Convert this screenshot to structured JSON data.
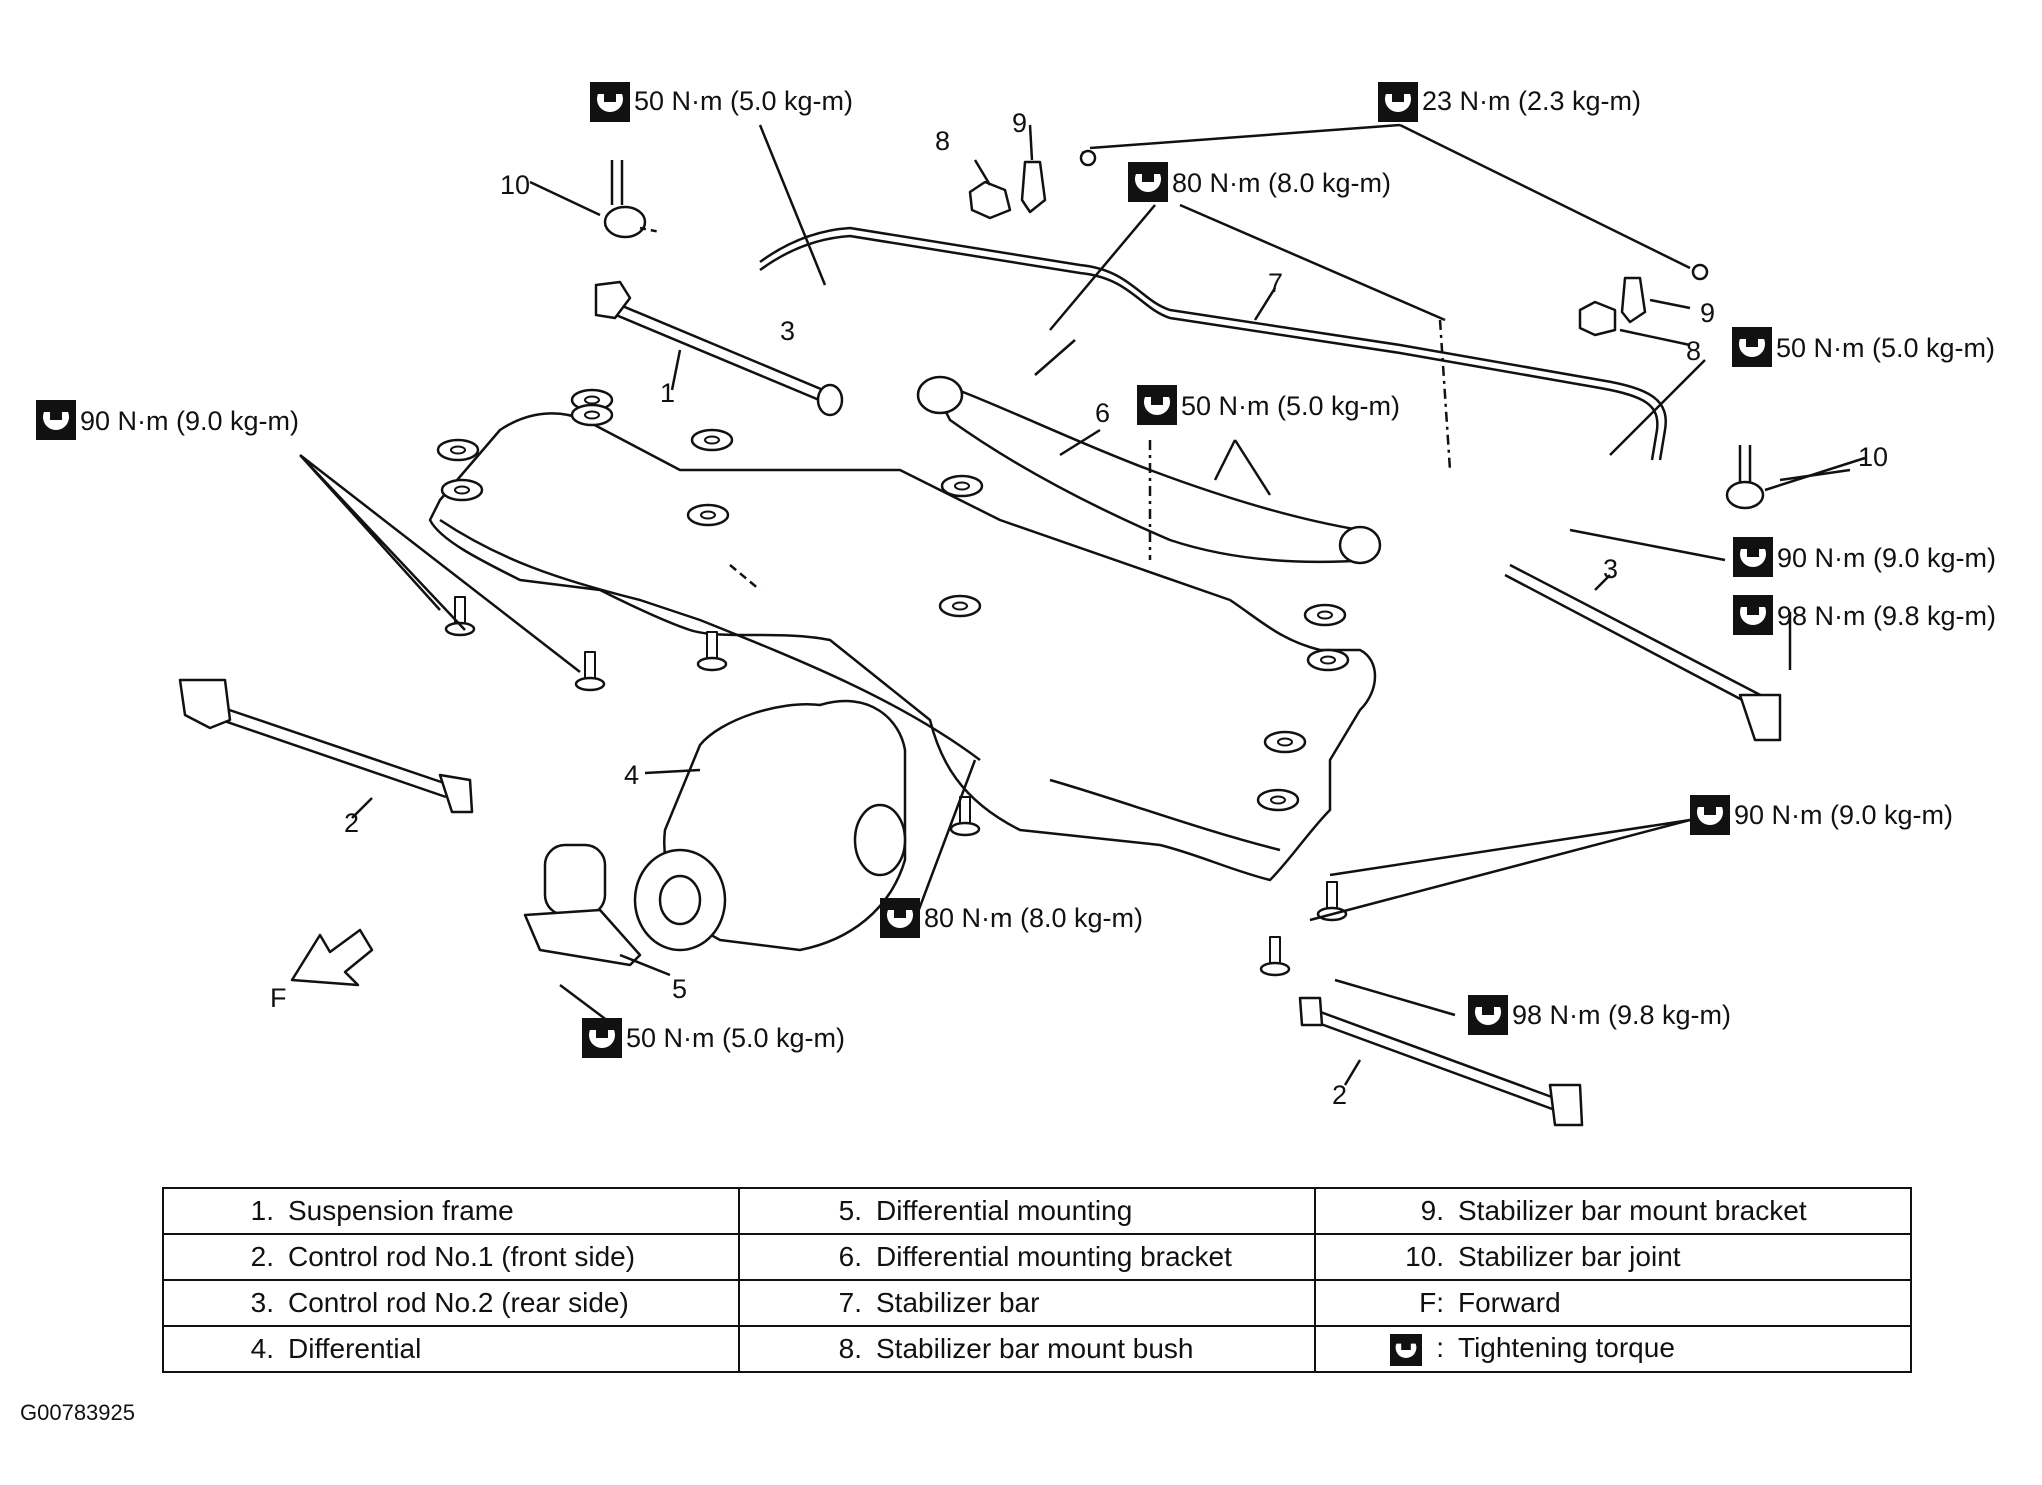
{
  "callouts": {
    "n1": "1",
    "n2a": "2",
    "n2b": "2",
    "n3a": "3",
    "n3b": "3",
    "n4": "4",
    "n5": "5",
    "n6": "6",
    "n7": "7",
    "n8a": "8",
    "n8b": "8",
    "n9a": "9",
    "n9b": "9",
    "n10a": "10",
    "n10b": "10",
    "forward": "F"
  },
  "torques": {
    "t50_top": "50 N·m (5.0 kg-m)",
    "t23": "23 N·m (2.3 kg-m)",
    "t80_top": "80 N·m (8.0 kg-m)",
    "t90_left": "90 N·m (9.0 kg-m)",
    "t50_arm": "50 N·m (5.0 kg-m)",
    "t50_right": "50 N·m (5.0 kg-m)",
    "t90_right1": "90 N·m (9.0 kg-m)",
    "t98_right1": "98 N·m (9.8 kg-m)",
    "t90_right2": "90 N·m (9.0 kg-m)",
    "t80_mid": "80 N·m (8.0 kg-m)",
    "t98_right2": "98 N·m (9.8 kg-m)",
    "t50_bottom": "50 N·m (5.0 kg-m)"
  },
  "legend": [
    [
      "1.",
      "Suspension frame",
      "5.",
      "Differential mounting",
      "9.",
      "Stabilizer bar mount bracket"
    ],
    [
      "2.",
      "Control rod No.1 (front side)",
      "6.",
      "Differential mounting bracket",
      "10.",
      "Stabilizer bar joint"
    ],
    [
      "3.",
      "Control rod No.2 (rear side)",
      "7.",
      "Stabilizer bar",
      "F:",
      "Forward"
    ],
    [
      "4.",
      "Differential",
      "8.",
      "Stabilizer bar mount bush",
      ":",
      "Tightening torque"
    ]
  ],
  "figure_id": "G00783925",
  "icon": "torque-wrench-icon"
}
